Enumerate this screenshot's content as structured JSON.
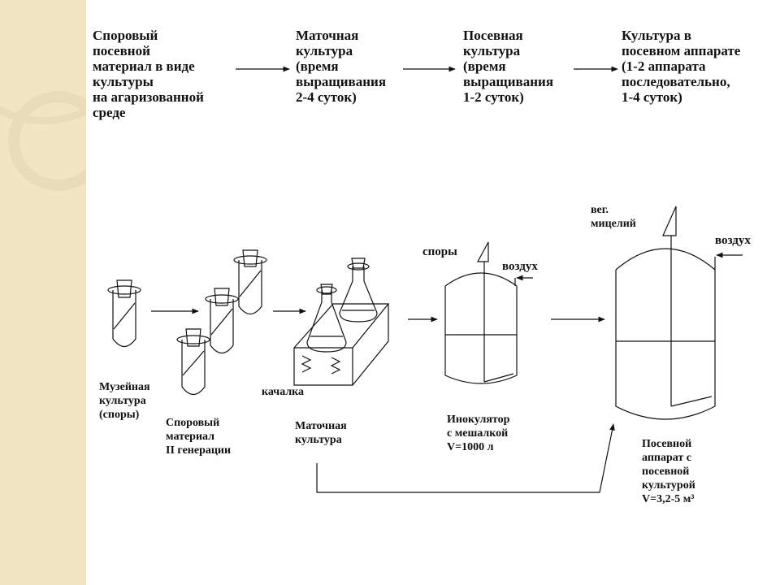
{
  "stages": [
    {
      "id": "spore-material",
      "text": "Споровый\nпосевной\nматериал в виде\nкультуры\nна агаризованной\nсреде"
    },
    {
      "id": "mother-culture",
      "text": "Маточная\nкультура\n(время\nвыращивания\n2-4 суток)"
    },
    {
      "id": "seed-culture",
      "text": "Посевная\nкультура\n(время\nвыращивания\n1-2 суток)"
    },
    {
      "id": "apparatus-culture",
      "text": "Культура в\nпосевном аппарате\n(1-2 аппарата\nпоследовательно,\n1-4 суток)"
    }
  ],
  "labels": {
    "museum": "Музейная\nкультура\n(споры)",
    "spore2": "Споровый\nматериал\nII генерации",
    "shaker": "качалка",
    "mother": "Маточная\nкультура",
    "inoculator": "Инокулятор\nс мешалкой\nV=1000 л",
    "seed_apparatus": "Посевной\nаппарат с\nпосевной\nкультурой\nV=3,2-5 м³",
    "spores": "споры",
    "air1": "воздух",
    "air2": "воздух",
    "mycelium": "вег.\nмицелий"
  },
  "colors": {
    "sidebar": "#f1e5c2",
    "ornament": "#e9dcb8",
    "line": "#111111"
  }
}
